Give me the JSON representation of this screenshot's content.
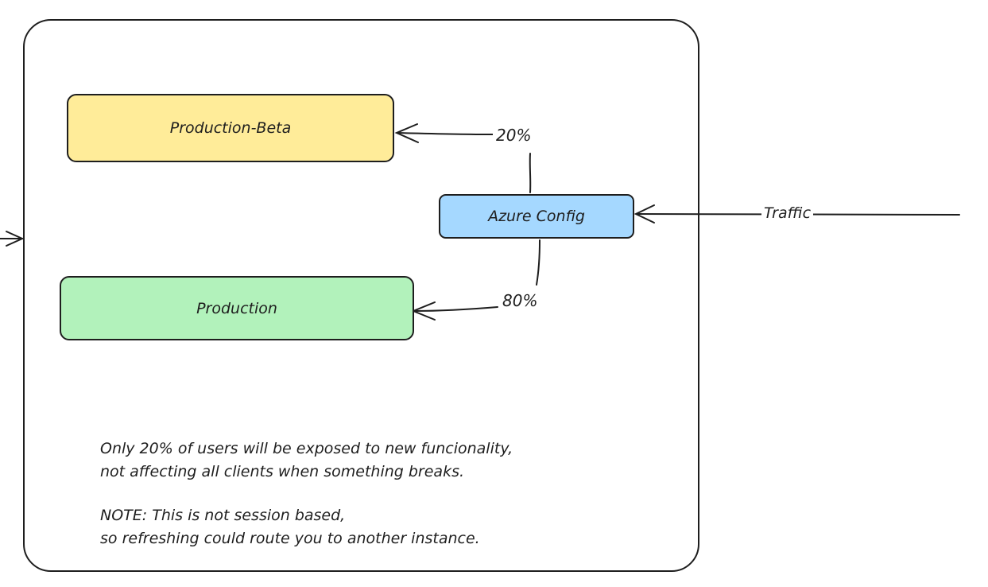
{
  "diagram": {
    "nodes": {
      "production_beta": {
        "label": "Production-Beta",
        "color": "#ffec99"
      },
      "azure_config": {
        "label": "Azure Config",
        "color": "#a5d8ff"
      },
      "production": {
        "label": "Production",
        "color": "#b2f2bb"
      }
    },
    "edges": {
      "beta_split": "20%",
      "production_split": "80%",
      "incoming": "Traffic"
    },
    "notes": {
      "exposure_line1": "Only 20% of users will be exposed to new funcionality,",
      "exposure_line2": "not affecting all clients when something breaks.",
      "session_line1": "NOTE: This is not session based,",
      "session_line2": "so refreshing could route you to another instance."
    },
    "colors": {
      "stroke": "#1e1e1e",
      "background": "#ffffff"
    }
  }
}
